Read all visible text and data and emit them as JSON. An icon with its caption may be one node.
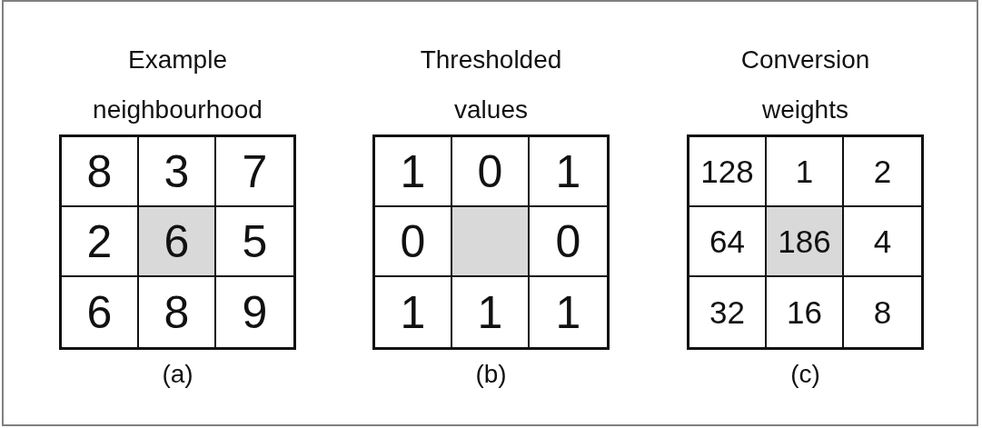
{
  "diagram": {
    "labels": [
      "Example neighbourhood",
      "8",
      "3",
      "7",
      "2",
      "6",
      "5",
      "6",
      "8",
      "9",
      "(a)",
      "Thresholded values",
      "1",
      "0",
      "1",
      "0",
      "0",
      "1",
      "1",
      "1",
      "(b)",
      "Conversion weights",
      "128",
      "1",
      "2",
      "64",
      "186",
      "4",
      "32",
      "16",
      "8",
      "(c)"
    ]
  }
}
